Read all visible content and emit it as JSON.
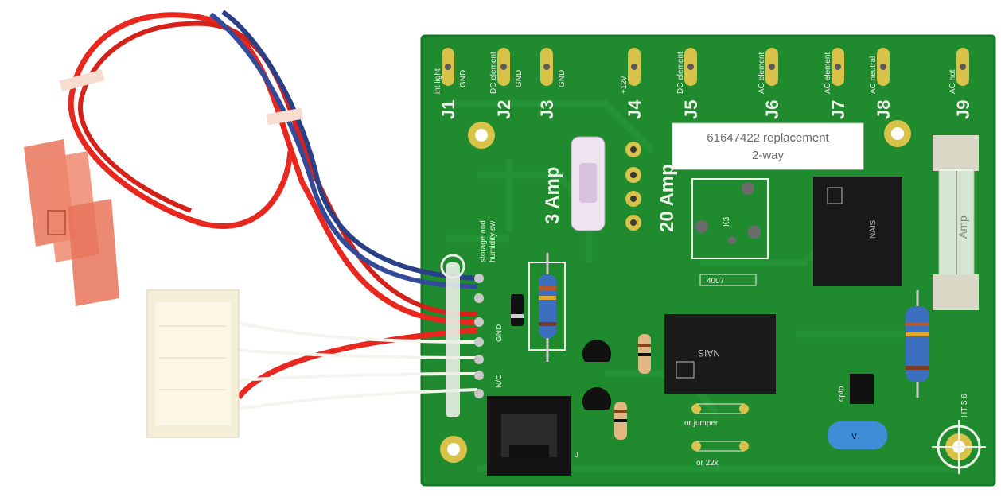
{
  "board": {
    "headers": [
      {
        "id": "J1",
        "label": "int light",
        "sub": "GND"
      },
      {
        "id": "J2",
        "label": "DC element",
        "sub": "GND"
      },
      {
        "id": "J3",
        "label": "",
        "sub": "GND"
      },
      {
        "id": "J4",
        "label": "+12v",
        "sub": ""
      },
      {
        "id": "J5",
        "label": "DC element",
        "sub": ""
      },
      {
        "id": "J6",
        "label": "AC element",
        "sub": ""
      },
      {
        "id": "J7",
        "label": "AC element",
        "sub": ""
      },
      {
        "id": "J8",
        "label": "AC neutral",
        "sub": ""
      },
      {
        "id": "J9",
        "label": "AC hot",
        "sub": ""
      }
    ],
    "sticker_line1": "61647422 replacement",
    "sticker_line2": "2-way",
    "fuse_small_label": "3 Amp",
    "fuse_large_label": "20 Amp",
    "fuse_glass_label": "Amp",
    "relay_k3_label": "K3",
    "storage_label_1": "storage and",
    "storage_label_2": "humidity sw",
    "gnd_label": "GND",
    "nc_label": "N/C",
    "jumper_label": "or jumper",
    "resistor_label": "or 22k",
    "opto_label": "opto",
    "part_code": "HT 5 6",
    "diode_label": "4007",
    "jack_label": "J"
  },
  "colors": {
    "pcb": "#1f8a2e",
    "pcb_dark": "#17762a",
    "wire_red": "#e8281e",
    "wire_blue": "#2b3f86",
    "terminal": "#e8745a",
    "connector": "#f6efd8",
    "relay": "#1a1a1a"
  }
}
